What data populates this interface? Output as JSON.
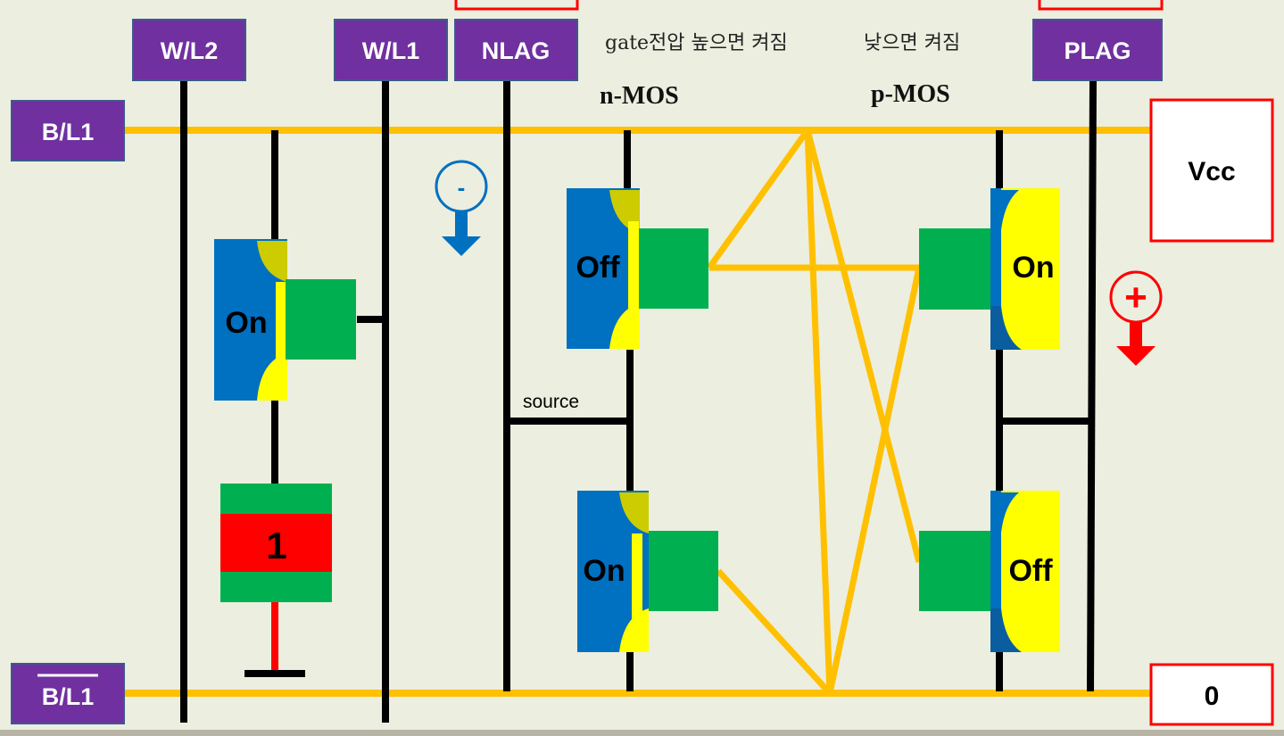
{
  "labels": {
    "wl2": "W/L2",
    "wl1": "W/L1",
    "nlag": "NLAG",
    "plag": "PLAG",
    "bl1": "B/L1",
    "bl1_bar": "B/L1",
    "vcc": "Vcc",
    "zero": "0"
  },
  "notes": {
    "nmos_note": "gate전압 높으면 켜짐",
    "pmos_note": "낮으면 켜짐",
    "nmos_title": "n-MOS",
    "pmos_title": "p-MOS",
    "source": "source"
  },
  "states": {
    "access": "On",
    "n_top": "Off",
    "n_bottom": "On",
    "p_top": "On",
    "p_bottom": "Off"
  },
  "capacitor_value": "1",
  "charge": {
    "minus": "-",
    "plus": "+"
  },
  "colors": {
    "background": "#eceedf",
    "label_purple": "#7030a0",
    "bitline": "#ffc000",
    "wire": "#000000",
    "transistor_blue": "#0070c0",
    "gate_green": "#00b050",
    "channel_yellow": "#ffff00",
    "cap_red": "#ff0000",
    "minus_blue": "#0070c0",
    "plus_red": "#ff0000"
  }
}
